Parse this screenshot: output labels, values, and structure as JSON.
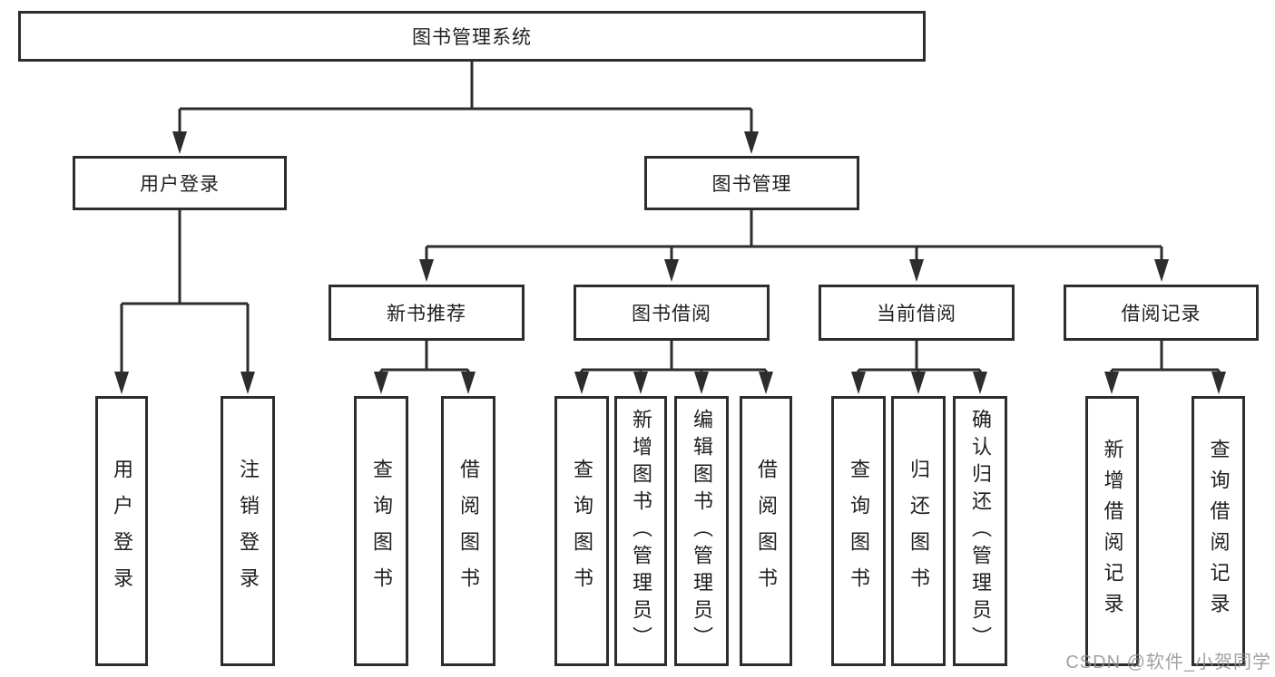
{
  "tree": {
    "label": "图书管理系统",
    "children": [
      {
        "label": "用户登录",
        "children": [
          {
            "label": "用户登录"
          },
          {
            "label": "注销登录"
          }
        ]
      },
      {
        "label": "图书管理",
        "children": [
          {
            "label": "新书推荐",
            "children": [
              {
                "label": "查询图书"
              },
              {
                "label": "借阅图书"
              }
            ]
          },
          {
            "label": "图书借阅",
            "children": [
              {
                "label": "查询图书"
              },
              {
                "label": "新增图书（管理员）"
              },
              {
                "label": "编辑图书（管理员）"
              },
              {
                "label": "借阅图书"
              }
            ]
          },
          {
            "label": "当前借阅",
            "children": [
              {
                "label": "查询图书"
              },
              {
                "label": "归还图书"
              },
              {
                "label": "确认归还（管理员）"
              }
            ]
          },
          {
            "label": "借阅记录",
            "children": [
              {
                "label": "新增借阅记录"
              },
              {
                "label": "查询借阅记录"
              }
            ]
          }
        ]
      }
    ]
  },
  "watermark": "CSDN @软件_小贺同学",
  "colors": {
    "line": "#2d2d2d",
    "text": "#1f1f1f",
    "watermark": "#919191",
    "background": "#ffffff"
  }
}
